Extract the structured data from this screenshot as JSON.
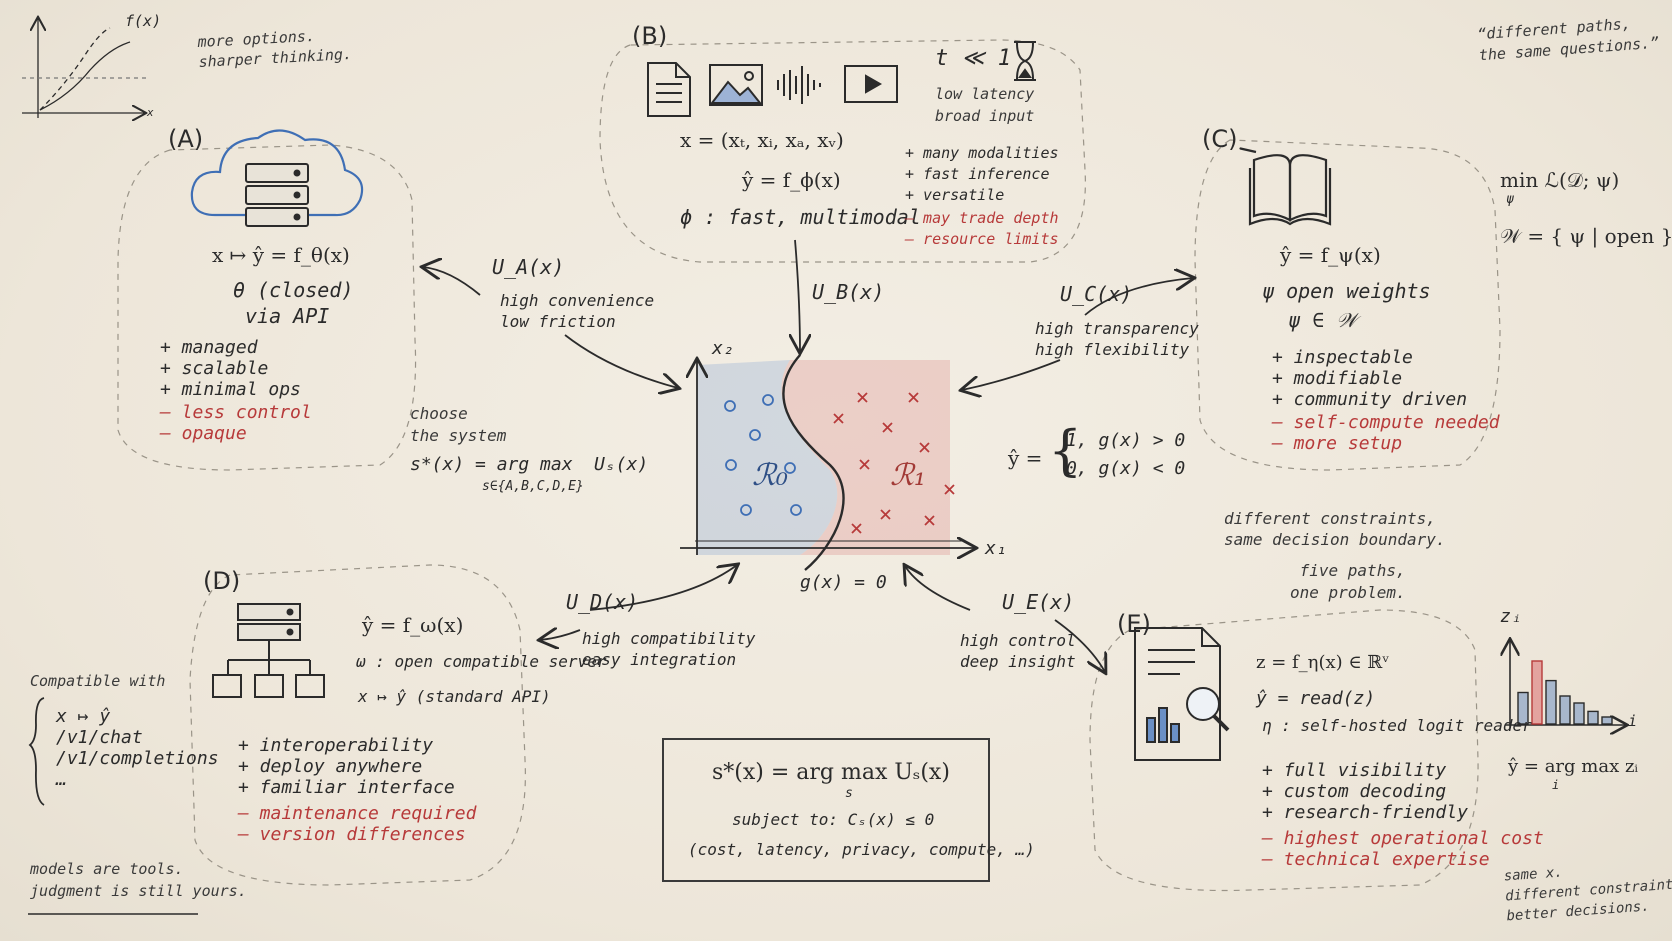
{
  "corner_notes": {
    "top_left_axis": "f(x)",
    "top_left_axis_x": "x",
    "top_left_lines": [
      "more options.",
      "sharper thinking."
    ],
    "top_right_lines": [
      "“different paths,",
      "the same questions.”"
    ],
    "bottom_left_lines": [
      "models are tools.",
      "judgment is still yours."
    ],
    "bottom_right_lines": [
      "same x.",
      "different constraints.",
      "better decisions."
    ]
  },
  "center": {
    "x1": "x₁",
    "x2": "x₂",
    "region0": "ℛ₀",
    "region1": "ℛ₁",
    "boundary": "g(x) = 0",
    "piecewise_yhat": "ŷ =",
    "piecewise_1": "1,   g(x) > 0",
    "piecewise_0": "0,   g(x) < 0",
    "choose_lines": [
      "choose",
      "the system"
    ],
    "choose_formula": "s*(x) = arg max",
    "choose_util": "Uₛ(x)",
    "choose_sub": "s∈{A,B,C,D,E}",
    "note_lines": [
      "different constraints,",
      "same decision boundary."
    ],
    "note2_lines": [
      "five paths,",
      "one problem."
    ]
  },
  "arrows": {
    "A": {
      "label": "U_A(x)",
      "lines": [
        "high convenience",
        "low friction"
      ]
    },
    "B": {
      "label": "U_B(x)"
    },
    "C": {
      "label": "U_C(x)",
      "lines": [
        "high transparency",
        "high flexibility"
      ]
    },
    "D": {
      "label": "U_D(x)",
      "lines": [
        "high compatibility",
        "easy integration"
      ]
    },
    "E": {
      "label": "U_E(x)",
      "lines": [
        "high control",
        "deep insight"
      ]
    }
  },
  "panel_a": {
    "tag": "(A)",
    "formula": "x ↦ ŷ = f_θ(x)",
    "line2": "θ (closed)",
    "line3": "via API",
    "pros": [
      "+ managed",
      "+ scalable",
      "+ minimal ops"
    ],
    "cons": [
      "– less control",
      "– opaque"
    ]
  },
  "panel_b": {
    "tag": "(B)",
    "formula1": "x = (xₜ, xᵢ, xₐ, xᵥ)",
    "formula2": "ŷ = f_ϕ(x)",
    "formula3": "ϕ : fast, multimodal",
    "time": "t ≪ 1",
    "time_notes": [
      "low latency",
      "broad input"
    ],
    "pros": [
      "+ many modalities",
      "+ fast inference",
      "+ versatile"
    ],
    "cons": [
      "– may trade depth",
      "– resource limits"
    ]
  },
  "panel_c": {
    "tag": "(C)",
    "formula": "ŷ = f_ψ(x)",
    "line2": "ψ open weights",
    "line3": "ψ ∈ 𝒲",
    "side1": "min ℒ(𝒟; ψ)",
    "side1_sub": "ψ",
    "side2": "𝒲 = { ψ | open }",
    "pros": [
      "+ inspectable",
      "+ modifiable",
      "+ community driven"
    ],
    "cons": [
      "– self-compute needed",
      "– more setup"
    ]
  },
  "panel_d": {
    "tag": "(D)",
    "formula": "ŷ = f_ω(x)",
    "line2": "ω : open compatible server",
    "line3": "x ↦ ŷ  (standard API)",
    "compat_title": "Compatible with",
    "compat_items": [
      "x ↦ ŷ",
      "/v1/chat",
      "/v1/completions",
      "…"
    ],
    "pros": [
      "+ interoperability",
      "+ deploy anywhere",
      "+ familiar interface"
    ],
    "cons": [
      "– maintenance required",
      "– version differences"
    ]
  },
  "panel_e": {
    "tag": "(E)",
    "formula": "z = f_η(x) ∈ ℝᵛ",
    "line2": "ŷ = read(z)",
    "line3": "η : self-hosted logit reader",
    "chart_axis_y": "zᵢ",
    "chart_axis_x": "i",
    "chart_formula": "ŷ = arg max zᵢ",
    "chart_formula_sub": "i",
    "pros": [
      "+ full visibility",
      "+ custom decoding",
      "+ research-friendly"
    ],
    "cons": [
      "– highest operational cost",
      "– technical expertise"
    ]
  },
  "bottom_box": {
    "line1": "s*(x) = arg max Uₛ(x)",
    "line1_sub": "s",
    "line2": "subject to:  Cₛ(x) ≤ 0",
    "line3": "(cost, latency, privacy, compute, …)"
  },
  "colors": {
    "ink": "#2b2b2b",
    "red": "#b73a3a",
    "blue": "#3f6fb5",
    "paper": "#efe9de"
  }
}
